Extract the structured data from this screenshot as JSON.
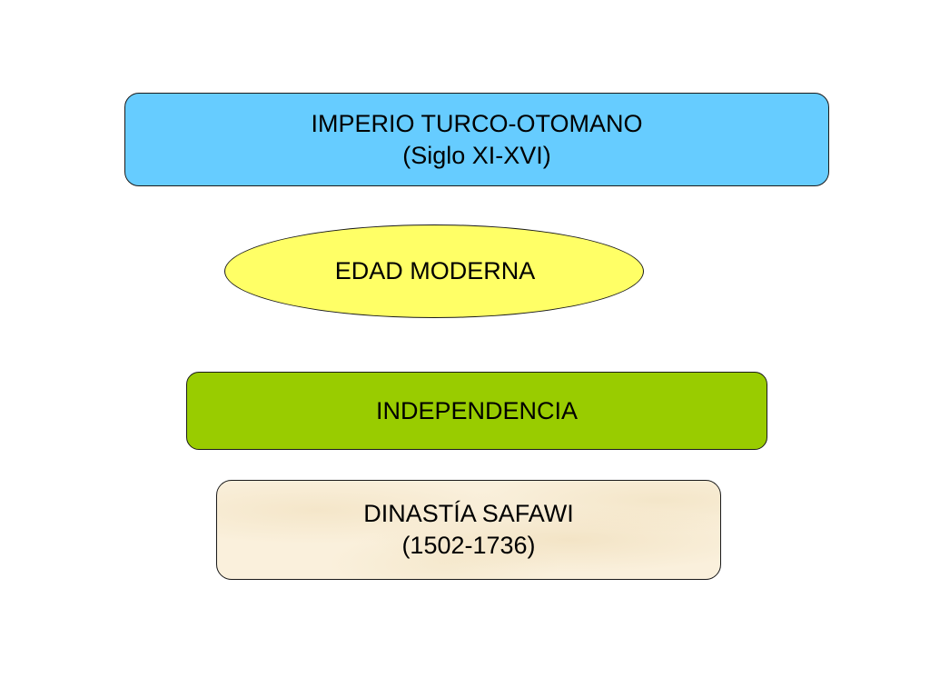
{
  "diagram": {
    "nodes": {
      "imperio": {
        "line1": "IMPERIO TURCO-OTOMANO",
        "line2": "(Siglo XI-XVI)",
        "fill": "#66CCFF"
      },
      "edad": {
        "line1": "EDAD MODERNA",
        "fill": "#FFFF66"
      },
      "independencia": {
        "line1": "INDEPENDENCIA",
        "fill": "#99CC00"
      },
      "safawi": {
        "line1": "DINASTÍA SAFAWI",
        "line2": "(1502-1736)",
        "fill": "#FAF0DC"
      }
    },
    "colors": {
      "border": "#1A1A1A",
      "text": "#000000",
      "background": "#FFFFFF"
    }
  }
}
